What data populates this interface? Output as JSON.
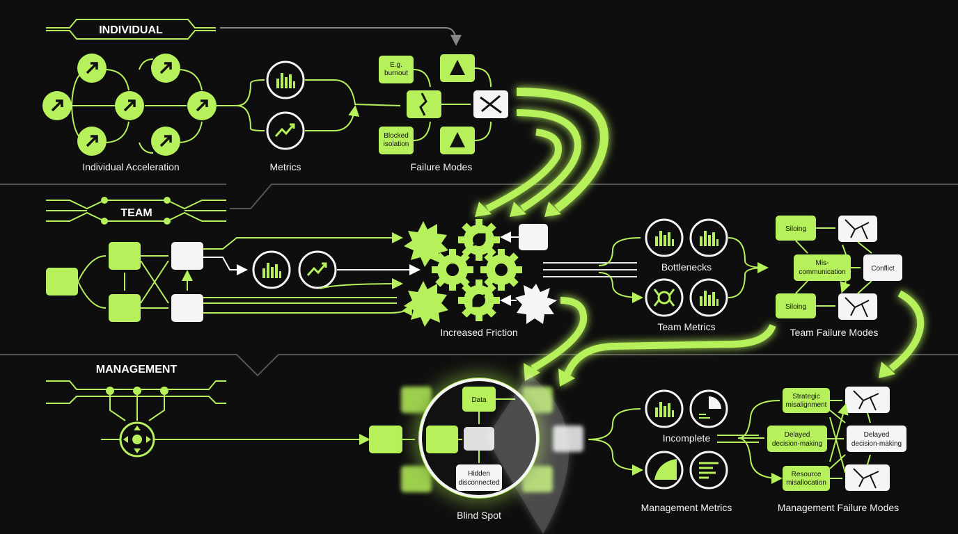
{
  "sections": {
    "individual": "INDIVIDUAL",
    "team": "TEAM",
    "management": "MANAGEMENT"
  },
  "captions": {
    "individual_acceleration": "Individual Acceleration",
    "metrics": "Metrics",
    "failure_modes": "Failure Modes",
    "increased_friction": "Increased Friction",
    "bottlenecks": "Bottlenecks",
    "team_metrics": "Team Metrics",
    "team_failure_modes": "Team Failure Modes",
    "blind_spot": "Blind Spot",
    "incomplete": "Incomplete",
    "management_metrics": "Management Metrics",
    "management_failure_modes": "Management Failure Modes"
  },
  "boxes": {
    "eg_burnout": [
      "E.g.",
      "burnout"
    ],
    "blocked_isolation": [
      "Blocked",
      "isolation"
    ],
    "siloing_1": [
      "Siloing"
    ],
    "siloing_2": [
      "Siloing"
    ],
    "miscommunication": [
      "Mis-",
      "communication"
    ],
    "conflict": [
      "Conflict"
    ],
    "strategic_misalignment": [
      "Strategic",
      "misalignment"
    ],
    "delayed_left": [
      "Delayed",
      "decision-making"
    ],
    "delayed_right": [
      "Delayed",
      "decision-making"
    ],
    "resource_misallocation": [
      "Resource",
      "misallocation"
    ],
    "blind_data": [
      "Data"
    ],
    "blind_hidden": [
      "Hidden",
      "disconnected"
    ]
  },
  "colors": {
    "accent": "#b6f05a",
    "background": "#0e0e0e",
    "white_box": "#f5f5f5"
  },
  "icons": [
    "arrow-up-right-icon",
    "bar-chart-icon",
    "trend-line-icon",
    "warning-icon",
    "broken-link-icon",
    "crossed-pencil-icon",
    "gear-icon",
    "starburst-icon",
    "shattered-icon",
    "pie-chart-icon",
    "list-icon",
    "hexagon-dial-icon"
  ]
}
